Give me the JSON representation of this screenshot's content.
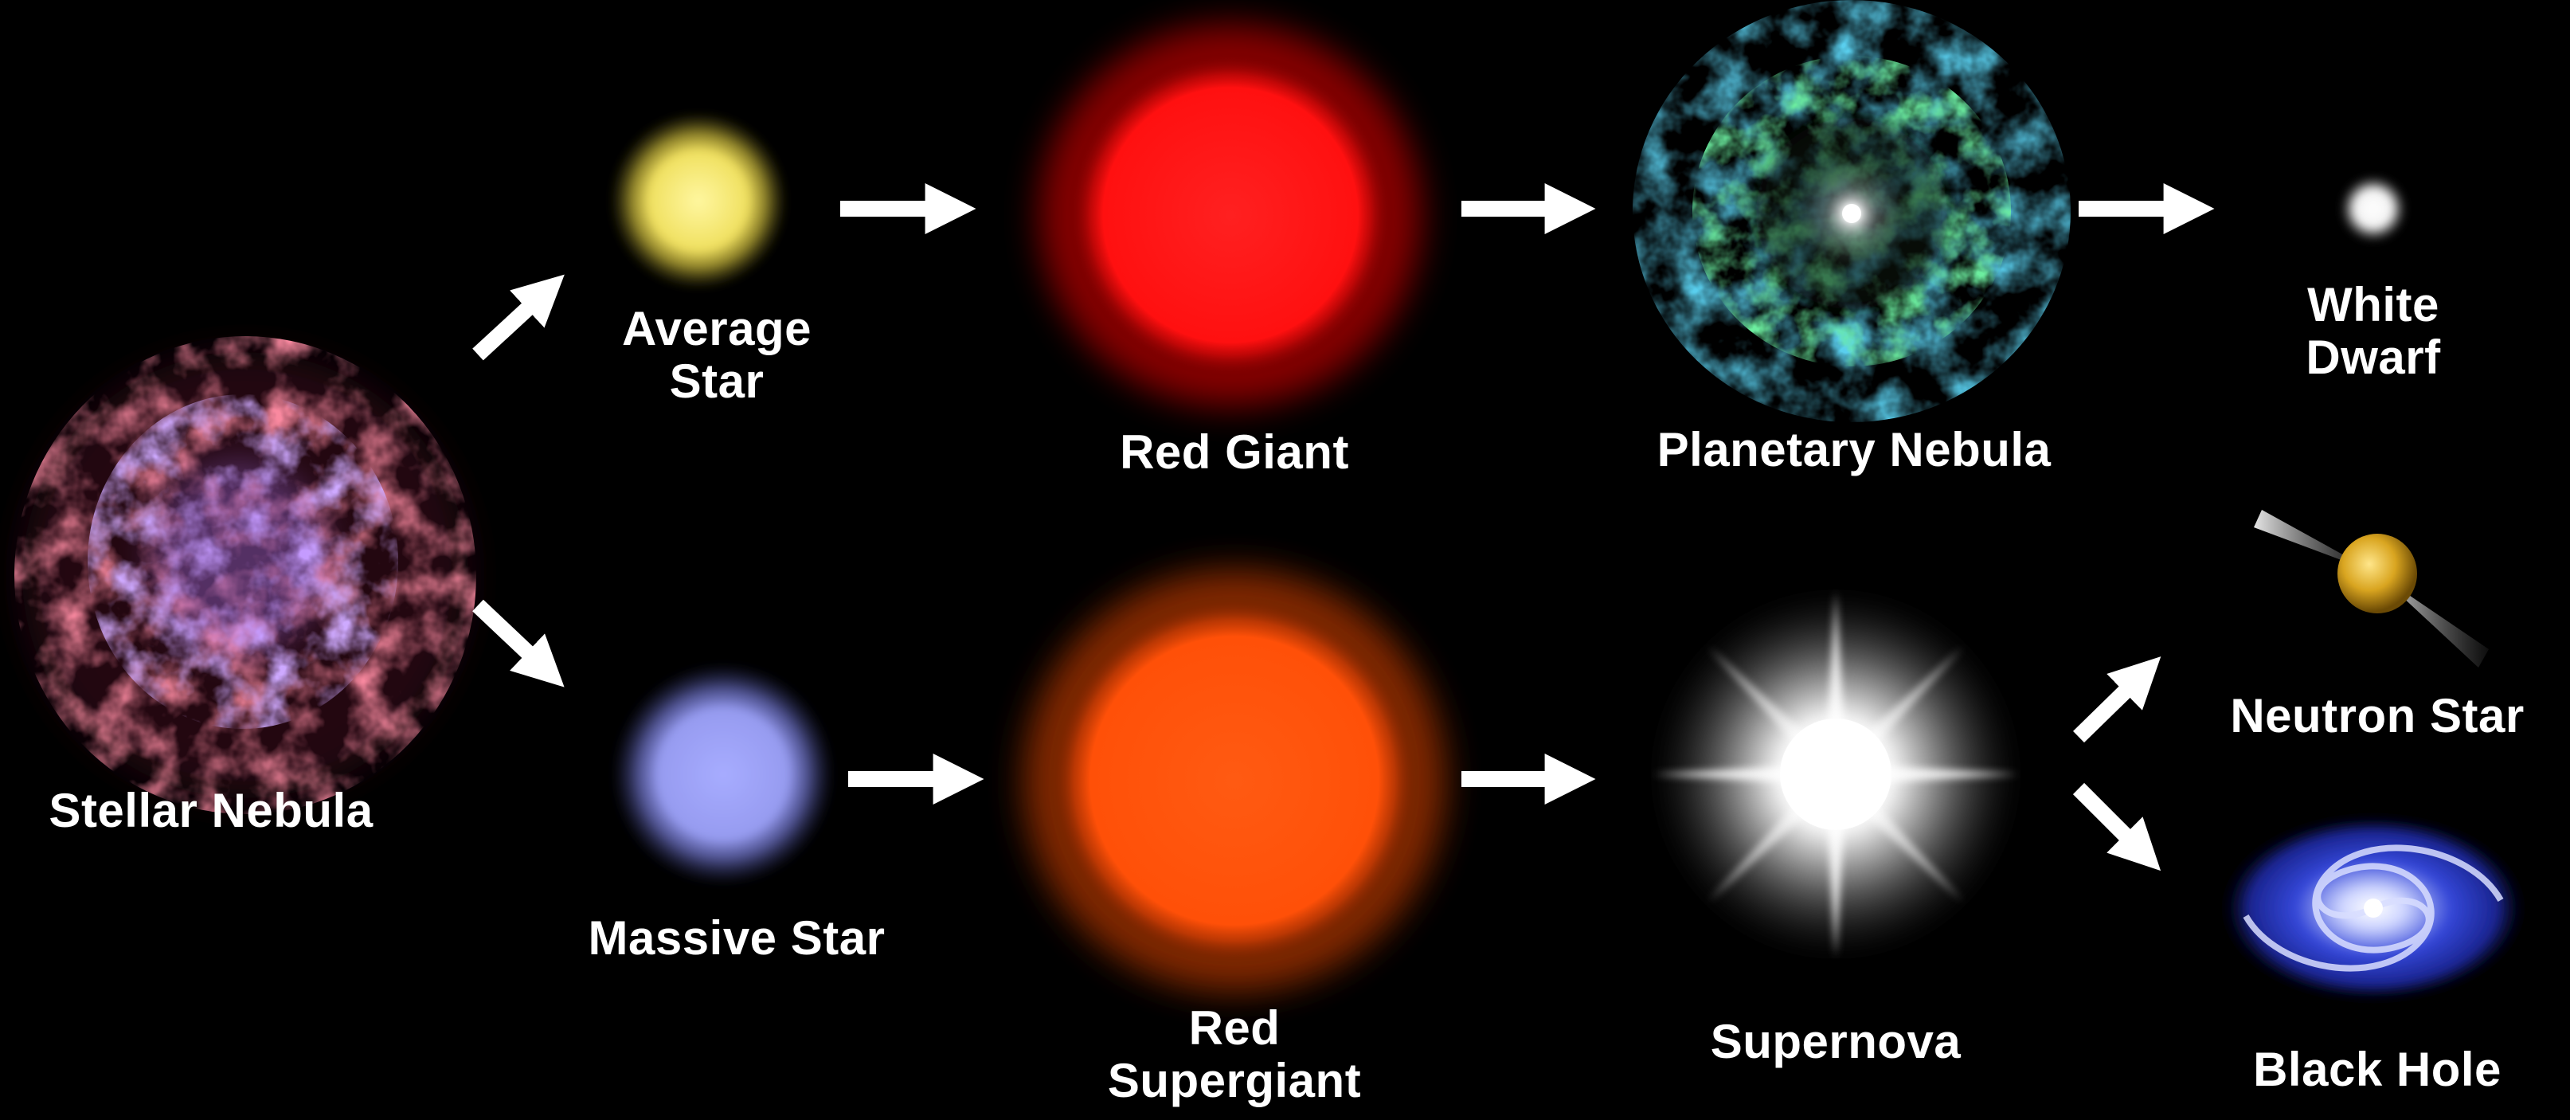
{
  "diagram": {
    "stages": {
      "stellar_nebula": "Stellar Nebula",
      "average_star": [
        "Average",
        "Star"
      ],
      "red_giant": "Red Giant",
      "planetary_nebula": "Planetary Nebula",
      "white_dwarf": [
        "White",
        "Dwarf"
      ],
      "massive_star": "Massive Star",
      "red_supergiant": [
        "Red",
        "Supergiant"
      ],
      "supernova": "Supernova",
      "neutron_star": "Neutron Star",
      "black_hole": "Black Hole"
    },
    "colors": {
      "background": "#000000",
      "arrow": "#ffffff",
      "label": "#ffffff",
      "average_star": "#f4e766",
      "red_giant": "#ff1a1a",
      "massive_star": "#9fa3f2",
      "red_supergiant": "#ff5a10",
      "white_dwarf": "#ffffff",
      "neutron_star": "#e0b02a",
      "black_hole": "#3a52e0"
    }
  }
}
